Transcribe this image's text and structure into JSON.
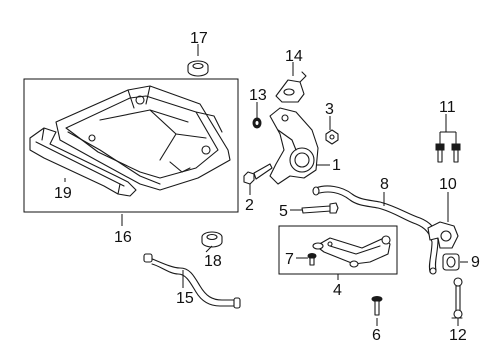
{
  "diagram": {
    "callouts": {
      "c1": "1",
      "c2": "2",
      "c3": "3",
      "c4": "4",
      "c5": "5",
      "c6": "6",
      "c7": "7",
      "c8": "8",
      "c9": "9",
      "c10": "10",
      "c11": "11",
      "c12": "12",
      "c13": "13",
      "c14": "14",
      "c15": "15",
      "c16": "16",
      "c17": "17",
      "c18": "18",
      "c19": "19"
    },
    "parts": [
      "steering-knuckle",
      "knuckle-bolt",
      "nut",
      "lower-control-arm-assembly",
      "stabilizer-link-bolt",
      "control-arm-bolt",
      "bushing-bolt",
      "stabilizer-bar",
      "stabilizer-bushing",
      "stabilizer-bracket",
      "bracket-bolts",
      "stabilizer-link",
      "washer",
      "knuckle-bracket",
      "tube-hose",
      "engine-cradle-frame",
      "cradle-mount-upper",
      "cradle-mount-lower",
      "front-crossmember-reinforcement"
    ]
  }
}
